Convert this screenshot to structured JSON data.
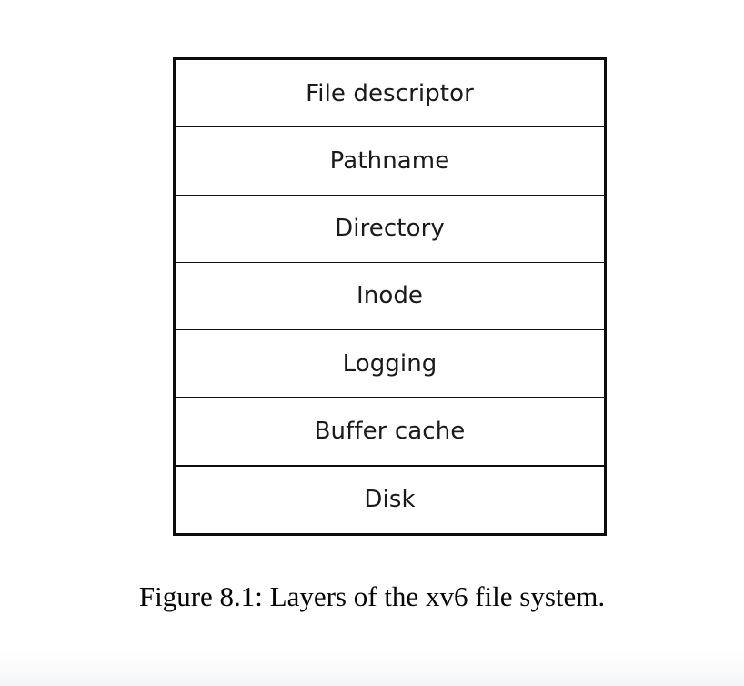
{
  "figure": {
    "caption": "Figure 8.1: Layers of the xv6 file system.",
    "background_color": "#ffffff",
    "border_color": "#0d0d0d",
    "text_color": "#1a1a1a",
    "layers": [
      {
        "label": "File descriptor"
      },
      {
        "label": "Pathname"
      },
      {
        "label": "Directory"
      },
      {
        "label": "Inode"
      },
      {
        "label": "Logging"
      },
      {
        "label": "Buffer cache"
      },
      {
        "label": "Disk"
      }
    ]
  }
}
